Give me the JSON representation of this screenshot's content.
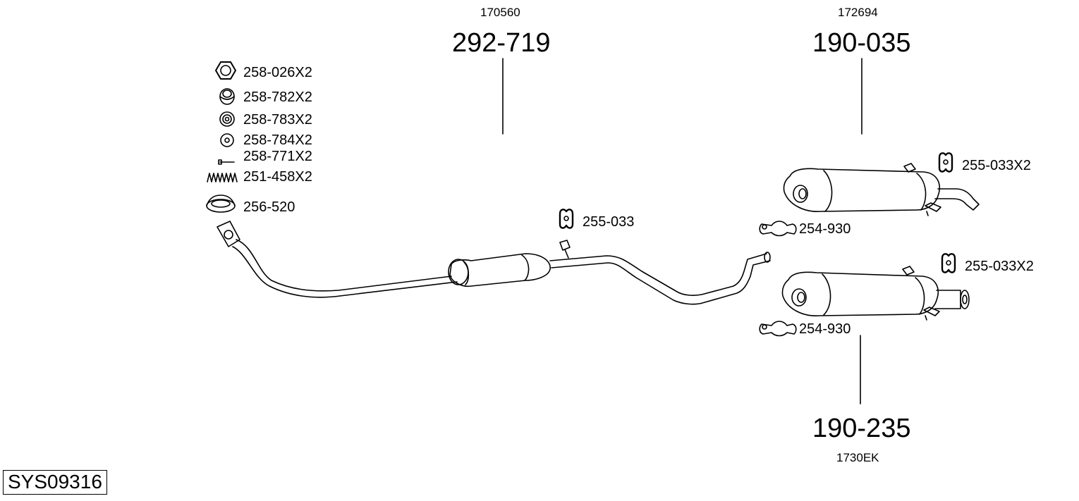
{
  "system_code": "SYS09316",
  "mid_section": {
    "ref": "170560",
    "part": "292-719"
  },
  "rear_upper": {
    "ref": "172694",
    "part": "190-035"
  },
  "rear_lower": {
    "ref": "1730EK",
    "part": "190-235"
  },
  "fittings": [
    {
      "icon": "hex-nut-icon",
      "label": "258-026X2"
    },
    {
      "icon": "spring-washer-icon",
      "label": "258-782X2"
    },
    {
      "icon": "cup-washer-icon",
      "label": "258-783X2"
    },
    {
      "icon": "flat-washer-icon",
      "label": "258-784X2"
    },
    {
      "icon": "bolt-icon",
      "label": "258-771X2"
    },
    {
      "icon": "spring-icon",
      "label": "251-458X2"
    },
    {
      "icon": "gasket-ring-icon",
      "label": "256-520"
    }
  ],
  "accessories": {
    "mid_hanger": "255-033",
    "upper_hanger": "255-033X2",
    "upper_clamp": "254-930",
    "lower_hanger": "255-033X2",
    "lower_clamp": "254-930"
  }
}
